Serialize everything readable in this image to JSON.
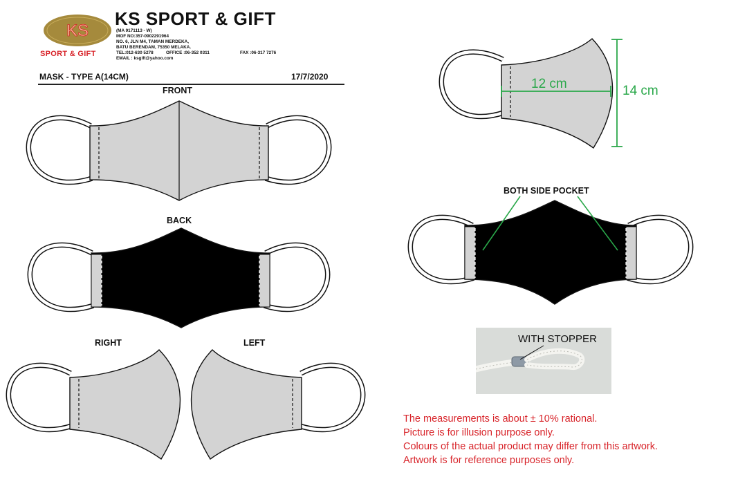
{
  "company": {
    "logo_text": "KS",
    "logo_subtitle": "SPORT & GIFT",
    "name": "KS SPORT & GIFT",
    "reg": "(MA 9171113 - W)",
    "mof": "MOF NO:357-0902291964",
    "address1": "NO. 6, JLN M4, TAMAN MERDEKA,",
    "address2": "BATU BERENDAM, 75350 MELAKA.",
    "tel": "TEL:012-630 5278",
    "office": "OFFICE :06-352 0311",
    "fax": "FAX :06-317 7276",
    "email": "EMAIL : ksgift@yahoo.com"
  },
  "header": {
    "title": "MASK - TYPE A(14CM)",
    "date": "17/7/2020"
  },
  "views": {
    "front": "FRONT",
    "back": "BACK",
    "right": "RIGHT",
    "left": "LEFT",
    "pocket": "BOTH SIDE POCKET"
  },
  "measurements": {
    "width": "12 cm",
    "height": "14 cm"
  },
  "stopper_label": "WITH STOPPER",
  "disclaimer": [
    "The measurements is about ± 10% rational.",
    "Picture is for illusion purpose only.",
    "Colours of the actual product may differ from this artwork.",
    "Artwork is for reference purposes only."
  ],
  "colors": {
    "fabric_grey": "#d3d3d3",
    "fabric_black": "#000000",
    "measure_green": "#2aa84a",
    "note_red": "#d8242a",
    "logo_gold": "#a58a3c"
  }
}
